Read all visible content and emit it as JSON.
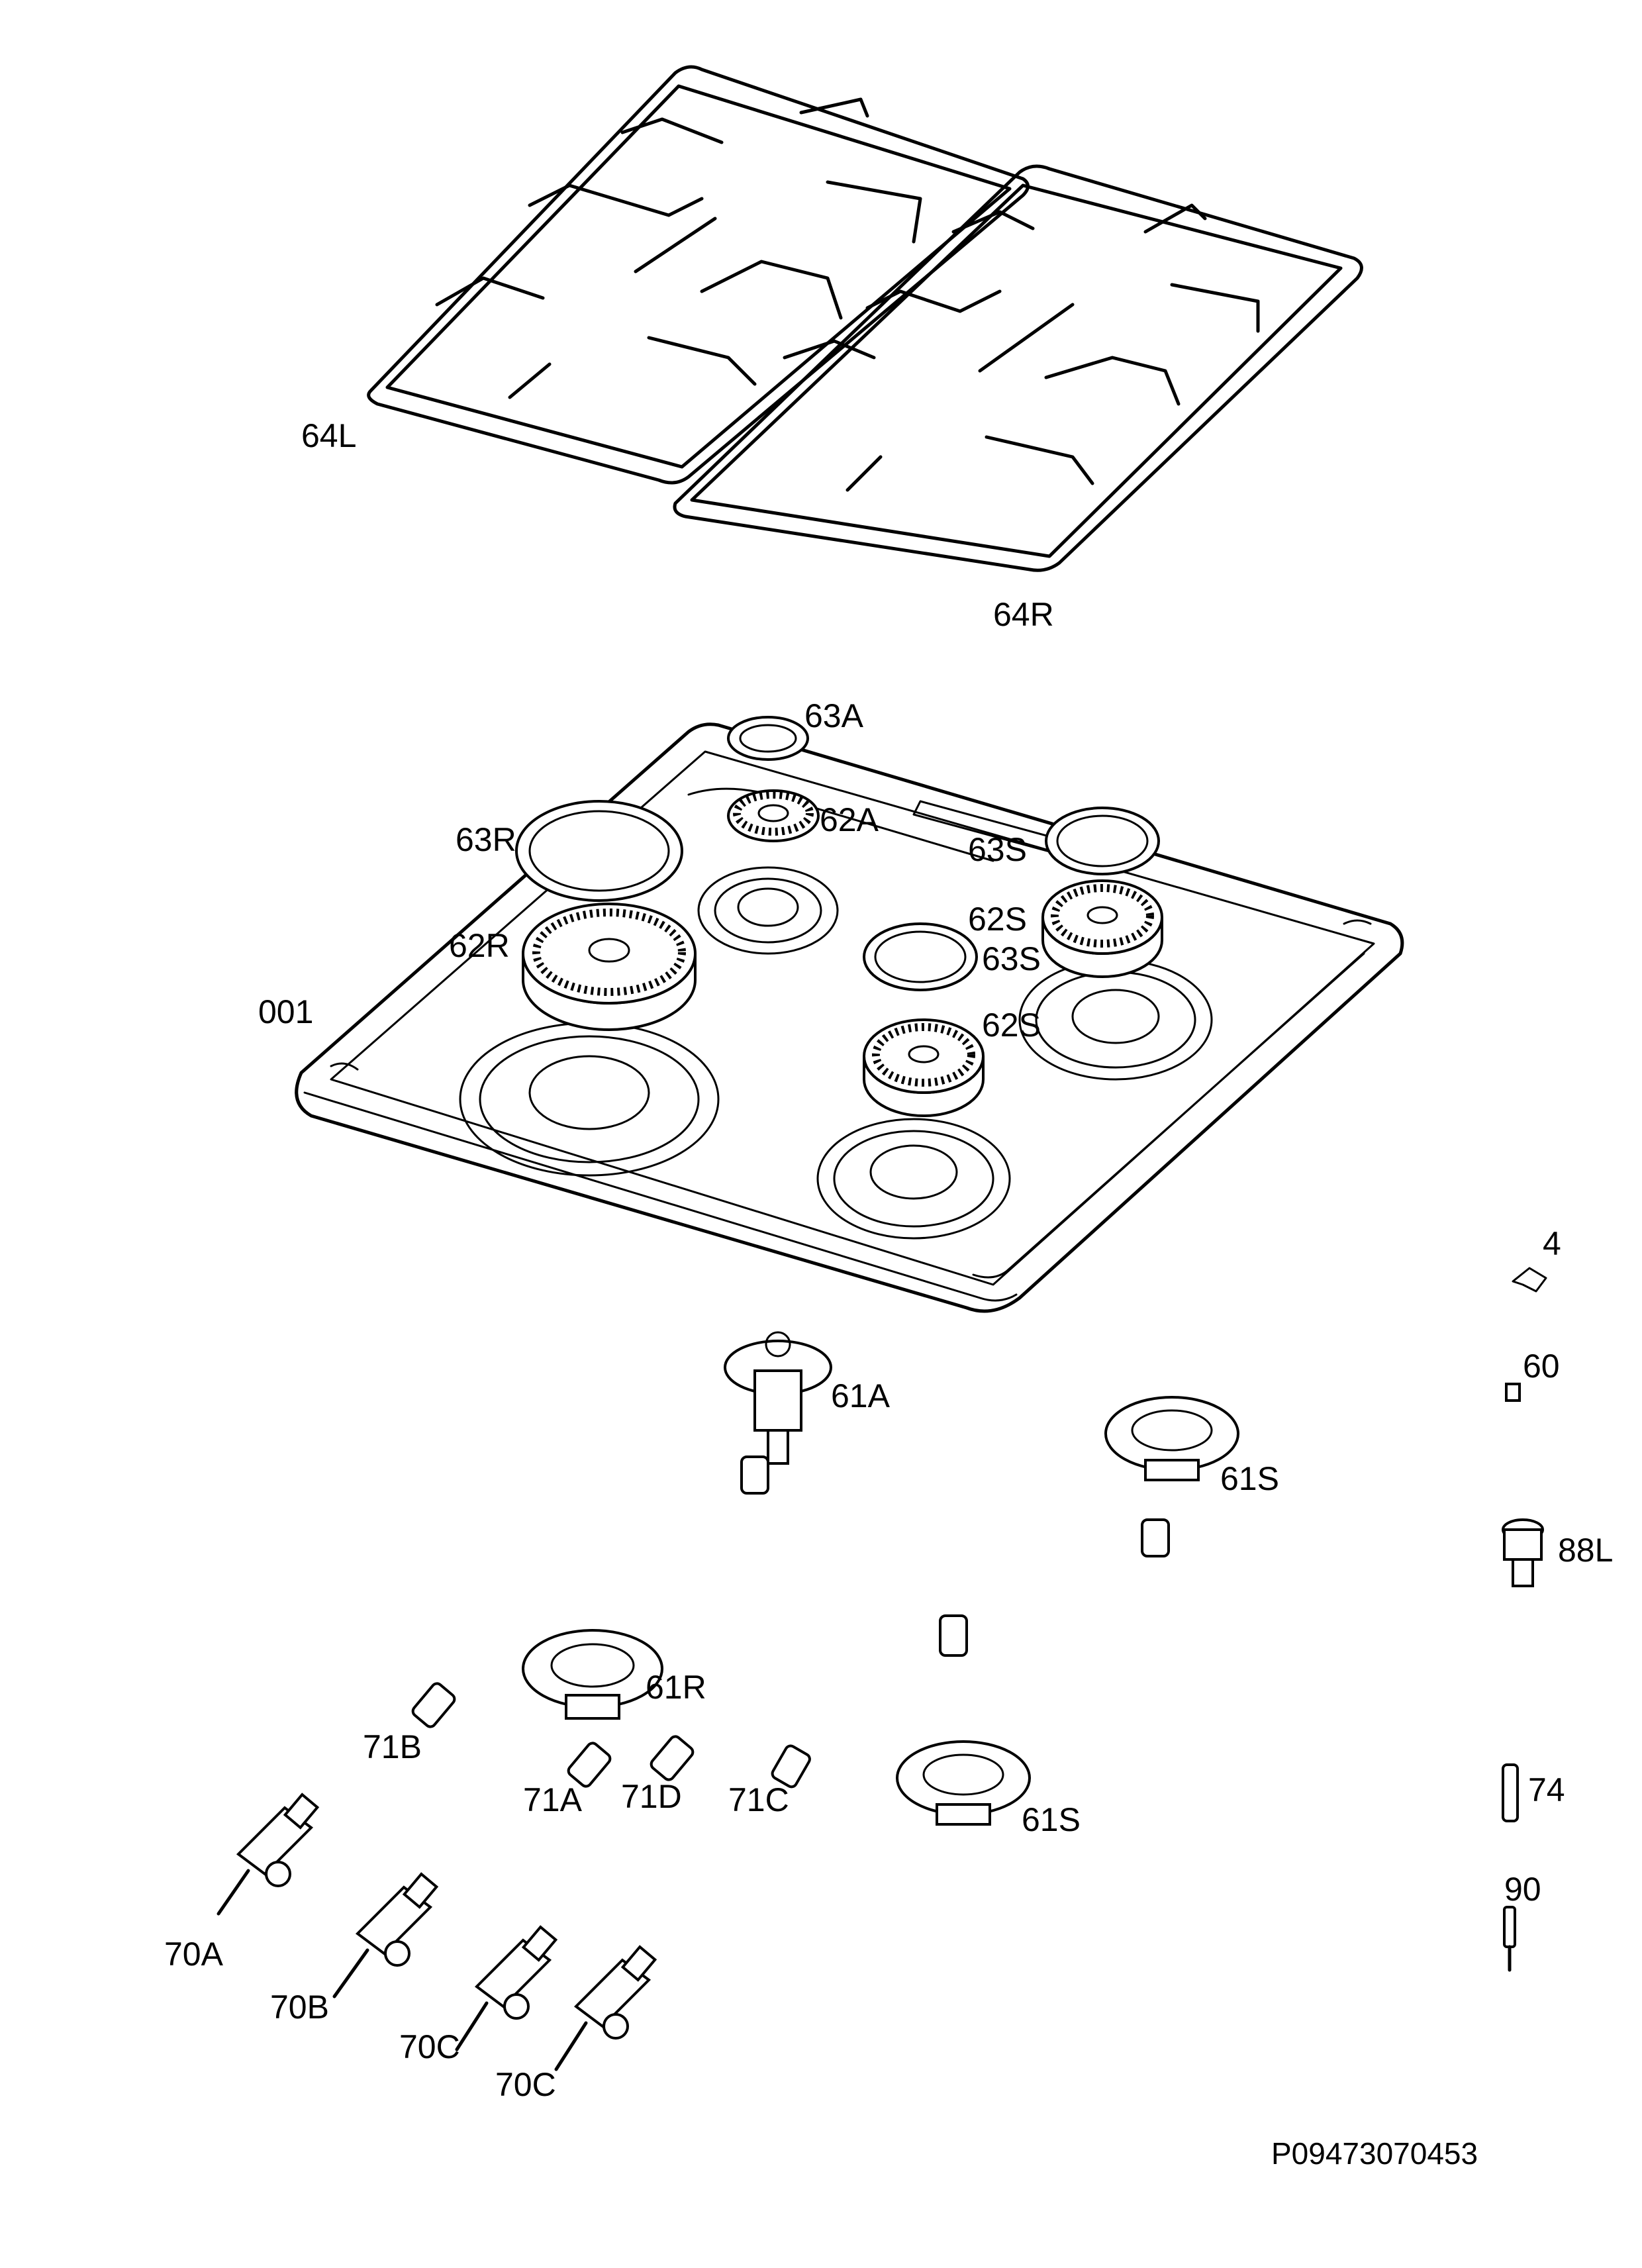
{
  "labels": {
    "l64L": "64L",
    "l64R": "64R",
    "l63A": "63A",
    "l62A": "62A",
    "l63R": "63R",
    "l63S_a": "63S",
    "l62S_a": "62S",
    "l63S_b": "63S",
    "l62R": "62R",
    "l001": "001",
    "l62S_b": "62S",
    "l4": "4",
    "l60": "60",
    "l61A": "61A",
    "l61S_a": "61S",
    "l88L": "88L",
    "l61R": "61R",
    "l71B": "71B",
    "l71A": "71A",
    "l71D": "71D",
    "l71C": "71C",
    "l61S_b": "61S",
    "l74": "74",
    "l90": "90",
    "l70A": "70A",
    "l70B": "70B",
    "l70C_a": "70C",
    "l70C_b": "70C"
  },
  "drawing_ref": "P09473070453"
}
